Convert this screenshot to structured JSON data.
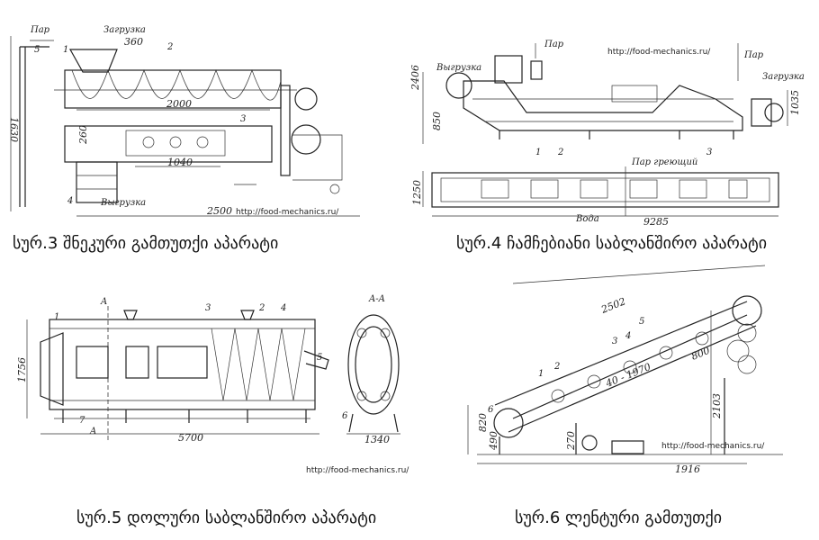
{
  "figures": [
    {
      "caption": "სურ.3 შნეკური გამთუთქი აპარატი",
      "labels": {
        "steam": "Пар",
        "load": "Загрузка",
        "unload": "Выгрузка",
        "n1": "1",
        "n2": "2",
        "n3": "3",
        "n4": "4",
        "n5": "5",
        "d360": "360",
        "d2000": "2000",
        "d1040": "1040",
        "d2500": "2500",
        "d1630": "1630",
        "d260": "260"
      },
      "url": "http://food-mechanics.ru/"
    },
    {
      "caption": "სურ.4 ჩამჩებიანი საბლანშირო აპარატი",
      "labels": {
        "steam_left": "Пар",
        "steam_right": "Пар",
        "unload": "Выгрузка",
        "load": "Загрузка",
        "heating_steam": "Пар греющий",
        "water": "Вода",
        "n1": "1",
        "n2": "2",
        "n3": "3",
        "d2406": "2406",
        "d850": "850",
        "d1035": "1035",
        "d1250": "1250",
        "d9285": "9285"
      },
      "url": "http://food-mechanics.ru/"
    },
    {
      "caption": "სურ.5 დოლური საბლანშირო აპარატი",
      "labels": {
        "section": "A-A",
        "a_top": "A",
        "a_bottom": "A",
        "n1": "1",
        "n2": "2",
        "n3": "3",
        "n4": "4",
        "n5": "5",
        "n6": "6",
        "n7": "7",
        "d1756": "1756",
        "d5700": "5700",
        "d1340": "1340"
      },
      "url": "http://food-mechanics.ru/"
    },
    {
      "caption": "სურ.6 ლენტური გამთუთქი",
      "labels": {
        "n1": "1",
        "n2": "2",
        "n3": "3",
        "n4": "4",
        "n5": "5",
        "n6": "6",
        "d2502": "2502",
        "d4070": "40 - 1970",
        "d2103": "2103",
        "d820": "820",
        "d490": "490",
        "d1916": "1916",
        "d800": "800",
        "d270": "270"
      },
      "url": "http://food-mechanics.ru/"
    }
  ]
}
